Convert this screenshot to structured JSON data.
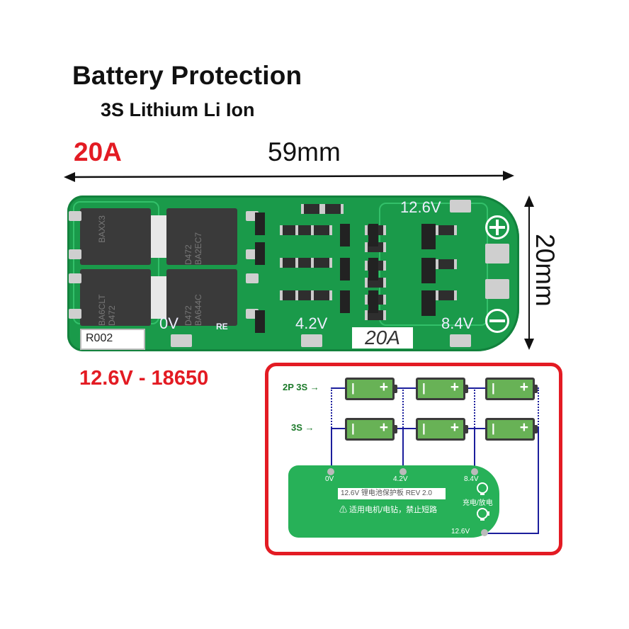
{
  "header": {
    "title": "Battery Protection",
    "subtitle": "3S Lithium Li Ion",
    "current_rating": "20A",
    "voltage_spec": "12.6V - 18650"
  },
  "dimensions": {
    "width_label": "59mm",
    "height_label": "20mm"
  },
  "pcb": {
    "resistor_label": "R002",
    "current_tag": "20A",
    "re_label": "RE",
    "pad_labels": [
      "0V",
      "4.2V",
      "8.4V",
      "12.6V"
    ],
    "mosfet_markings": [
      "BAXX3",
      "D472 BA2EC7",
      "BA6CLT D472",
      "D472 BA644C"
    ],
    "terminal_plus": "+",
    "terminal_minus": "−"
  },
  "diagram": {
    "row_labels": [
      "2P 3S →",
      "3S →"
    ],
    "battery_minus": "|",
    "battery_plus": "+",
    "mini_pcb": {
      "pad_labels": [
        "0V",
        "4.2V",
        "8.4V",
        "12.6V"
      ],
      "board_title": "12.6V 锂电池保护板 REV 2.0",
      "warning": "⚠ 适用电机/电钻，禁止短路",
      "charge_discharge": "充电/放电"
    }
  },
  "colors": {
    "accent_red": "#e31b23",
    "pcb_green": "#1a9a4a",
    "wire_blue": "#1b1e9c",
    "battery_green": "#68b256",
    "label_green": "#1c7a2a"
  }
}
